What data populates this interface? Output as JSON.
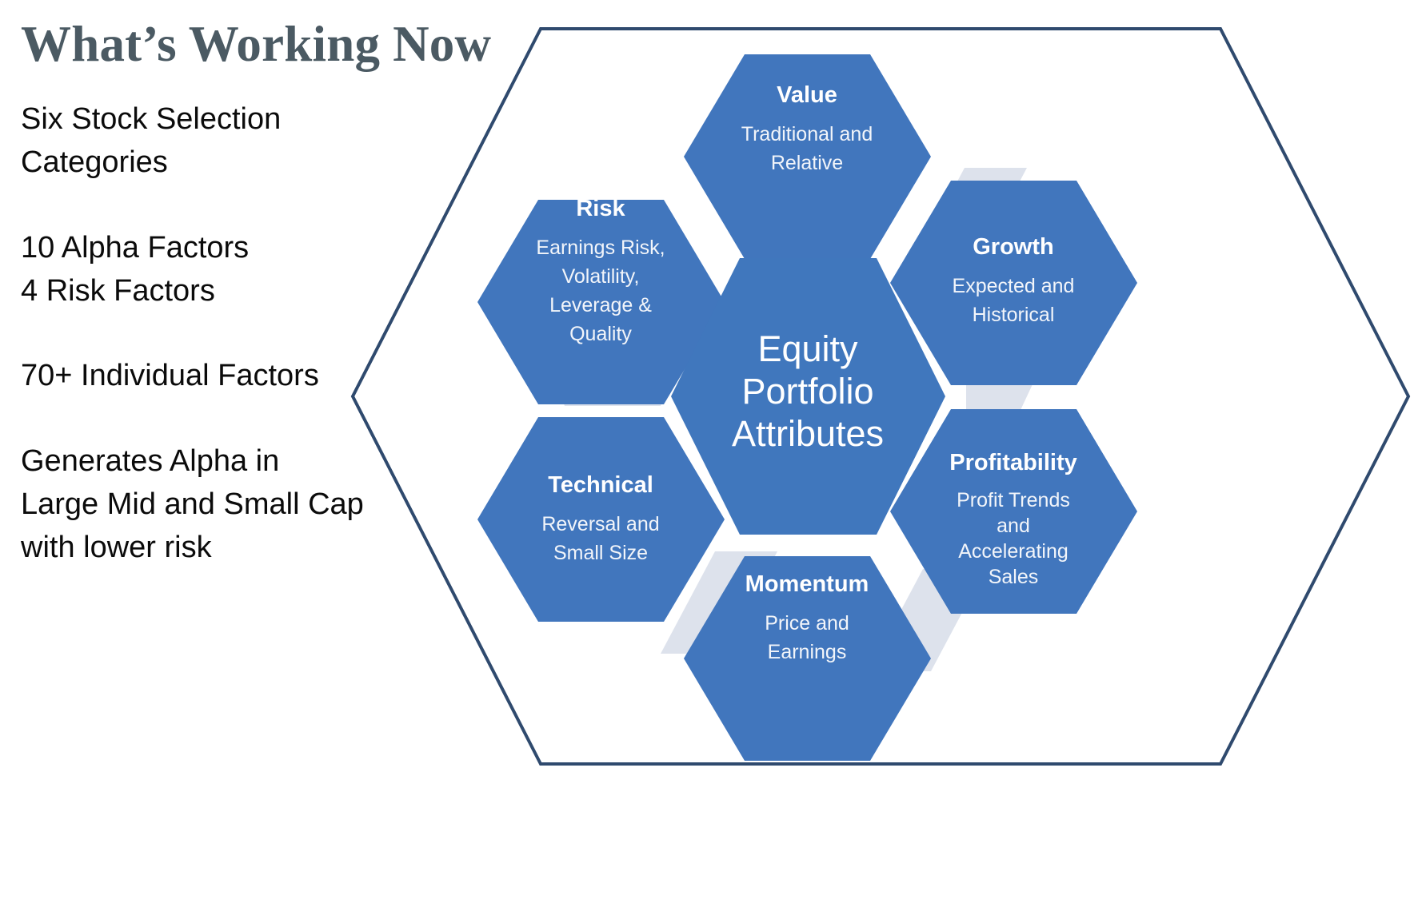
{
  "slide": {
    "title": "What’s Working Now",
    "bullets": [
      "Six Stock Selection\nCategories",
      "10 Alpha Factors\n 4 Risk Factors",
      "70+ Individual Factors",
      "Generates Alpha in\nLarge Mid and Small Cap\nwith lower risk"
    ]
  },
  "colors": {
    "hex_fill": "#4176bd",
    "hex_fill_center": "#4077bd",
    "connector": "#dde2ec",
    "outer_border": "#2f4a6e",
    "title_text": "#4b5a63",
    "body_text": "#0b0b0b",
    "hex_text": "#ffffff"
  },
  "diagram": {
    "center": {
      "label_lines": [
        "Equity",
        "Portfolio",
        "Attributes"
      ]
    },
    "nodes": [
      {
        "id": "value",
        "title": "Value",
        "subtitle_lines": [
          "Traditional and",
          "Relative"
        ]
      },
      {
        "id": "growth",
        "title": "Growth",
        "subtitle_lines": [
          "Expected and",
          "Historical"
        ]
      },
      {
        "id": "profitability",
        "title": "Profitability",
        "subtitle_lines": [
          "Profit Trends",
          "and",
          "Accelerating",
          "Sales"
        ]
      },
      {
        "id": "momentum",
        "title": "Momentum",
        "subtitle_lines": [
          "Price and",
          "Earnings"
        ]
      },
      {
        "id": "technical",
        "title": "Technical",
        "subtitle_lines": [
          "Reversal and",
          "Small Size"
        ]
      },
      {
        "id": "risk",
        "title": "Risk",
        "subtitle_lines": [
          "Earnings Risk,",
          "Volatility,",
          "Leverage &",
          "Quality"
        ]
      }
    ]
  }
}
